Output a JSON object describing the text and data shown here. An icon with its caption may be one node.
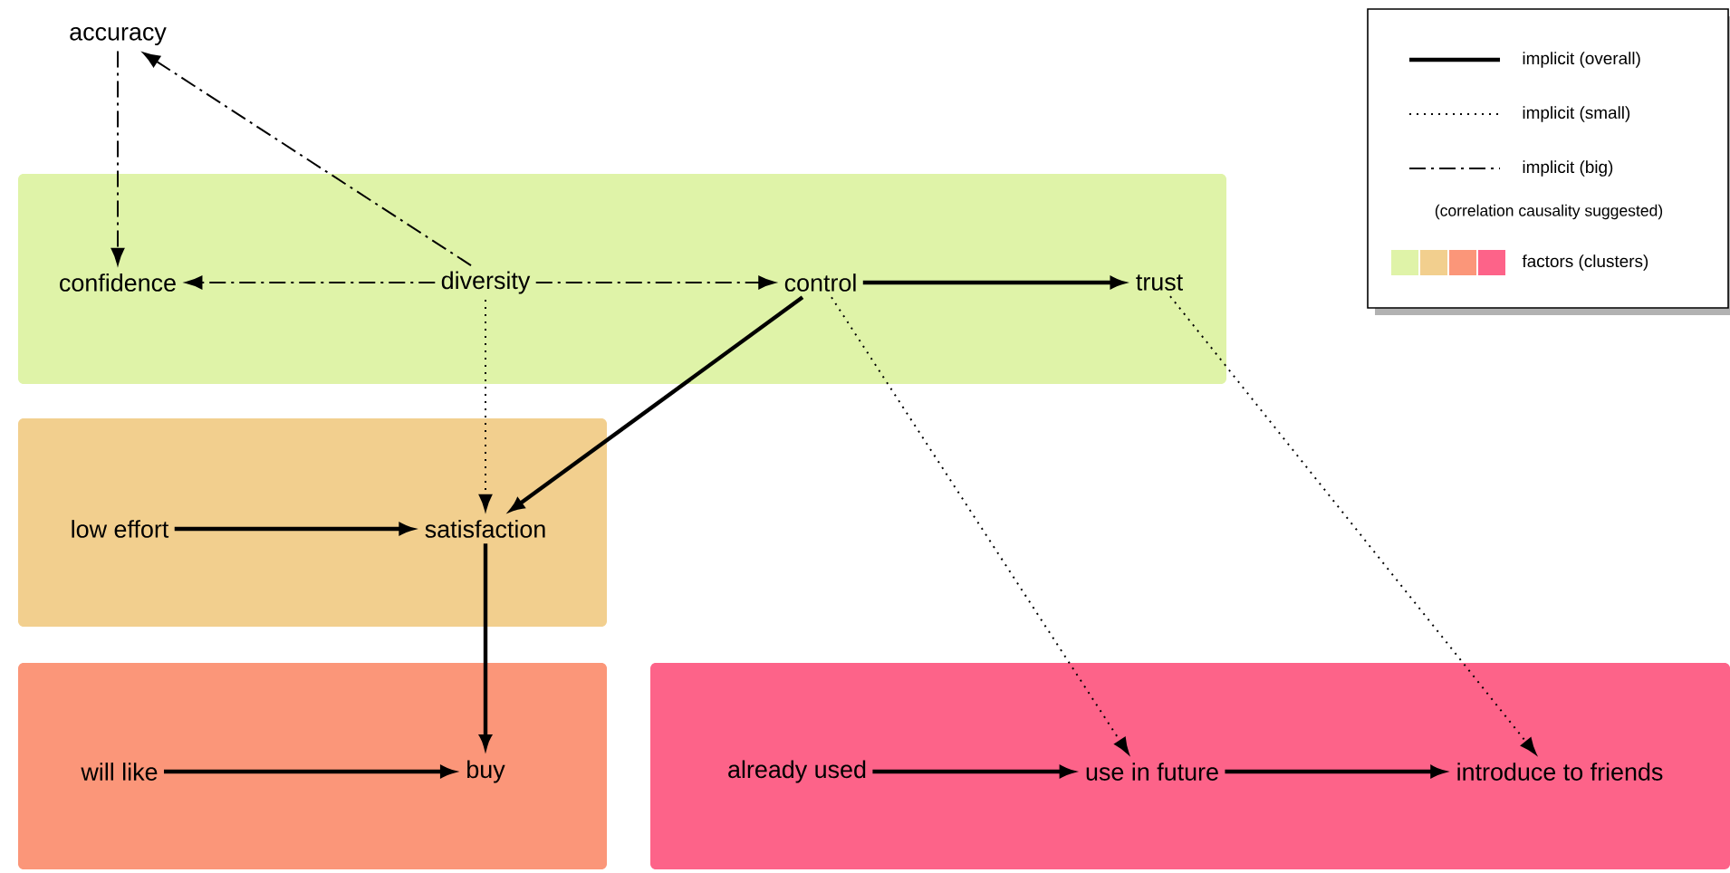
{
  "diagram": {
    "nodes": [
      {
        "text": [
          "accuracy"
        ]
      },
      {
        "text": [],
        "shape": "box"
      },
      {
        "text": [
          "confidence"
        ],
        "in": 1
      },
      {
        "text": [
          "diversity"
        ],
        "in": 1
      },
      {
        "text": [
          "control"
        ],
        "in": 1
      },
      {
        "text": [
          "trust"
        ],
        "in": 1
      },
      {
        "text": [],
        "shape": "box"
      },
      {
        "text": [
          "low effort"
        ],
        "in": 6
      },
      {
        "text": [
          "satisfaction"
        ],
        "in": 6
      },
      {
        "text": [],
        "shape": "box"
      },
      {
        "text": [
          "will like"
        ],
        "in": 9
      },
      {
        "text": [
          "buy"
        ],
        "in": 9
      },
      {
        "text": [],
        "shape": "box"
      },
      {
        "text": [
          "already used"
        ],
        "in": 12
      },
      {
        "text": [
          "use in future"
        ],
        "in": 12
      },
      {
        "text": [
          "introduce to friends"
        ],
        "in": 12
      }
    ],
    "edges": [
      {
        "from": 0,
        "to": 2,
        "arrow": "to",
        "style": "dashed"
      },
      {
        "from": 3,
        "to": 0,
        "arrow": "to",
        "style": "dashed"
      },
      {
        "from": 3,
        "to": 2,
        "arrow": "to",
        "style": "dashed"
      },
      {
        "from": 3,
        "to": 4,
        "arrow": "to",
        "style": "dashed"
      },
      {
        "from": 4,
        "to": 5,
        "arrow": "to"
      },
      {
        "from": 3,
        "to": 8,
        "arrow": "to",
        "style": "dashed"
      },
      {
        "from": 4,
        "to": 8,
        "arrow": "to"
      },
      {
        "from": 4,
        "to": 14,
        "arrow": "to",
        "style": "dashed"
      },
      {
        "from": 5,
        "to": 15,
        "arrow": "to",
        "style": "dashed"
      },
      {
        "from": 7,
        "to": 8,
        "arrow": "to"
      },
      {
        "from": 8,
        "to": 11,
        "arrow": "to"
      },
      {
        "from": 10,
        "to": 11,
        "arrow": "to"
      },
      {
        "from": 13,
        "to": 14,
        "arrow": "to"
      },
      {
        "from": 14,
        "to": 15,
        "arrow": "to"
      }
    ],
    "labels": [
      "(correlation causality suggested)"
    ],
    "legend": [
      {
        "text": "implicit (overall)"
      },
      {
        "text": "implicit (small)"
      },
      {
        "text": "implicit (big)"
      },
      {
        "text": "factors (clusters)",
        "color": "#dff3a8"
      }
    ]
  }
}
